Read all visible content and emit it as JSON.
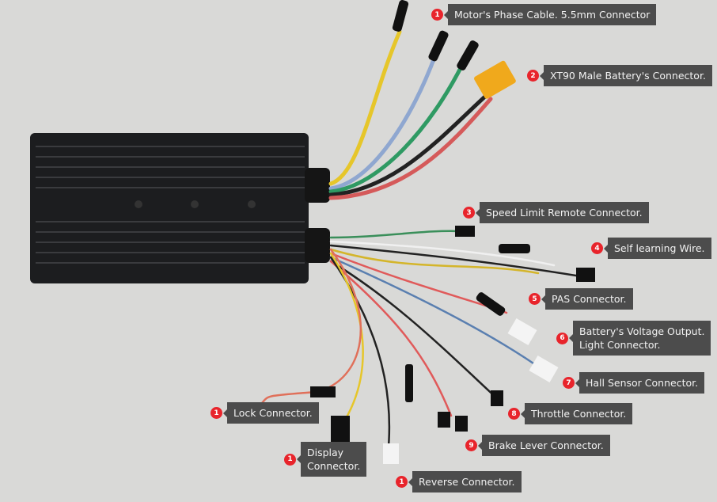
{
  "callouts": [
    {
      "num": "1",
      "label": "Motor's Phase Cable. 5.5mm Connector"
    },
    {
      "num": "2",
      "label": "XT90 Male Battery's Connector."
    },
    {
      "num": "3",
      "label": "Speed Limit Remote Connector."
    },
    {
      "num": "4",
      "label": "Self learning Wire."
    },
    {
      "num": "5",
      "label": "PAS Connector."
    },
    {
      "num": "6",
      "label": "Battery's Voltage Output.",
      "label2": "Light Connector."
    },
    {
      "num": "7",
      "label": "Hall Sensor Connector."
    },
    {
      "num": "8",
      "label": "Throttle Connector."
    },
    {
      "num": "9",
      "label": "Brake Lever Connector."
    },
    {
      "num": "1",
      "label": "Lock Connector."
    },
    {
      "num": "1",
      "label": "Display",
      "label2": "Connector."
    },
    {
      "num": "1",
      "label": "Reverse Connector."
    }
  ]
}
